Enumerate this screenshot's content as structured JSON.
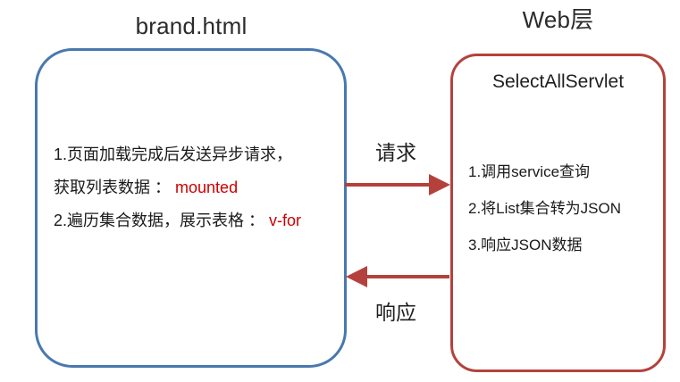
{
  "titles": {
    "client": "brand.html",
    "server": "Web层"
  },
  "client_panel": {
    "name": "brand.html",
    "border_color": "#4878AF",
    "lines": [
      {
        "text": "1.页面加载完成后发送异步请求，",
        "highlight": ""
      },
      {
        "text": "获取列表数据 ：",
        "highlight": "mounted"
      },
      {
        "text": "2.遍历集合数据，展示表格 ：",
        "highlight": "v-for"
      }
    ]
  },
  "server_panel": {
    "heading": "SelectAllServlet",
    "border_color": "#B5413C",
    "items": [
      "1.调用service查询",
      "2.将List集合转为JSON",
      "3.响应JSON数据"
    ]
  },
  "arrows": [
    {
      "label": "请求",
      "direction": "right",
      "color": "#B5413C"
    },
    {
      "label": "响应",
      "direction": "left",
      "color": "#B5413C"
    }
  ],
  "colors": {
    "client_border": "#4878AF",
    "server_border": "#B5413C",
    "arrow": "#B5413C",
    "highlight_text": "#CC0000",
    "body_text": "#1a1a1a",
    "title_text": "#2b2b2b",
    "background": "#ffffff"
  }
}
